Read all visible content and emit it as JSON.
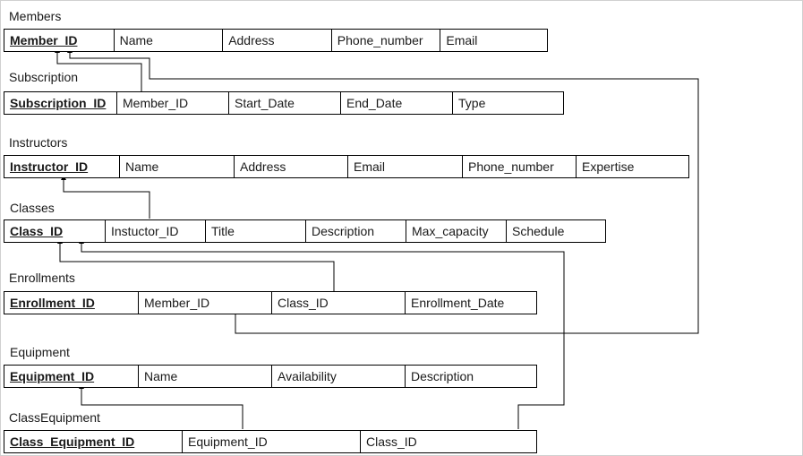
{
  "tables": [
    {
      "name": "Members",
      "columns": [
        "Member_ID",
        "Name",
        "Address",
        "Phone_number",
        "Email"
      ],
      "pk": "Member_ID"
    },
    {
      "name": "Subscription",
      "columns": [
        "Subscription_ID",
        "Member_ID",
        "Start_Date",
        "End_Date",
        "Type"
      ],
      "pk": "Subscription_ID"
    },
    {
      "name": "Instructors",
      "columns": [
        "Instructor_ID",
        "Name",
        "Address",
        "Email",
        "Phone_number",
        "Expertise"
      ],
      "pk": "Instructor_ID"
    },
    {
      "name": "Classes",
      "columns": [
        "Class_ID",
        "Instuctor_ID",
        "Title",
        "Description",
        "Max_capacity",
        "Schedule"
      ],
      "pk": "Class_ID"
    },
    {
      "name": "Enrollments",
      "columns": [
        "Enrollment_ID",
        "Member_ID",
        "Class_ID",
        "Enrollment_Date"
      ],
      "pk": "Enrollment_ID"
    },
    {
      "name": "Equipment",
      "columns": [
        "Equipment_ID",
        "Name",
        "Availability",
        "Description"
      ],
      "pk": "Equipment_ID"
    },
    {
      "name": "ClassEquipment",
      "columns": [
        "Class_Equipment_ID",
        "Equipment_ID",
        "Class_ID"
      ],
      "pk": "Class_Equipment_ID"
    }
  ],
  "relationships": [
    {
      "from_table": "Subscription",
      "from_column": "Member_ID",
      "to_table": "Members",
      "to_column": "Member_ID"
    },
    {
      "from_table": "Enrollments",
      "from_column": "Member_ID",
      "to_table": "Members",
      "to_column": "Member_ID"
    },
    {
      "from_table": "Classes",
      "from_column": "Instuctor_ID",
      "to_table": "Instructors",
      "to_column": "Instructor_ID"
    },
    {
      "from_table": "Enrollments",
      "from_column": "Class_ID",
      "to_table": "Classes",
      "to_column": "Class_ID"
    },
    {
      "from_table": "ClassEquipment",
      "from_column": "Class_ID",
      "to_table": "Classes",
      "to_column": "Class_ID"
    },
    {
      "from_table": "ClassEquipment",
      "from_column": "Equipment_ID",
      "to_table": "Equipment",
      "to_column": "Equipment_ID"
    }
  ]
}
